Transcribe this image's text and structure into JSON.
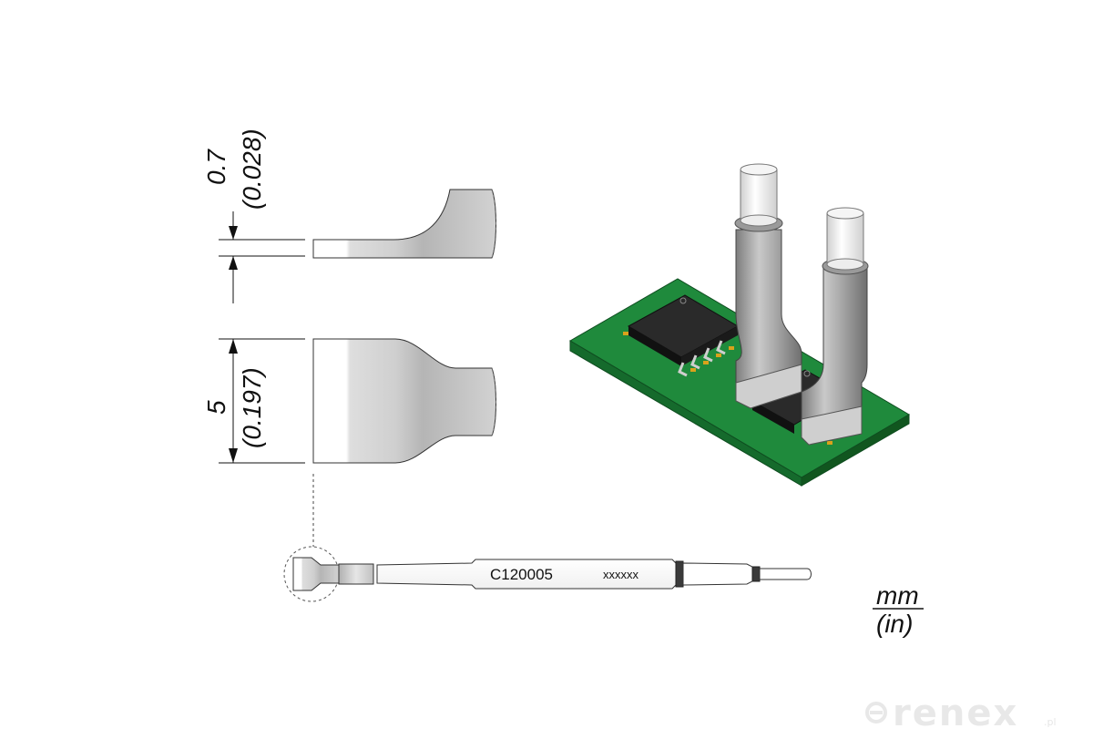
{
  "dimensions": {
    "thickness": {
      "mm": "0.7",
      "in": "(0.028)"
    },
    "width": {
      "mm": "5",
      "in": "(0.197)"
    }
  },
  "tip": {
    "part_number": "C120005",
    "serial_placeholder": "xxxxxx"
  },
  "units": {
    "primary": "mm",
    "secondary": "(in)"
  },
  "watermark": {
    "brand": "renex",
    "suffix": ".pl"
  },
  "colors": {
    "pcb_green": "#1f8a3c",
    "metal_grey": "#9a9a9a",
    "chip_black": "#1c1c1c",
    "pad_gold": "#d9a21b"
  }
}
